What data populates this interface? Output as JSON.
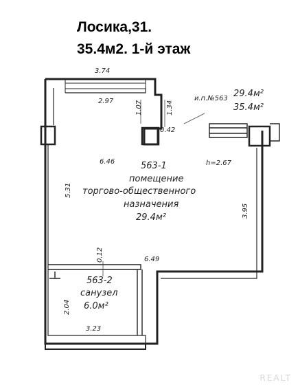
{
  "header": {
    "address": "Лосика,31.",
    "summary": "35.4м2. 1-й этаж"
  },
  "plan": {
    "dimensions": {
      "top_width": "3.74",
      "inner_top_width": "2.97",
      "column_depth": "1.07",
      "side_depth": "1.34",
      "column_width": "0.42",
      "main_width": "6.46",
      "left_height": "5.31",
      "right_height": "3.95",
      "step": "0.12",
      "partition_length": "6.49",
      "bath_height": "2.04",
      "bath_width": "3.23"
    },
    "inventory_note": {
      "number": "и.п.№563",
      "area_main": "29.4м²",
      "area_total": "35.4м²"
    },
    "ceiling_height": "h=2.67",
    "room_main": {
      "id": "563-1",
      "line1": "помещение",
      "line2": "торгово-общественного",
      "line3": "назначения",
      "area": "29.4м²"
    },
    "room_bath": {
      "id": "563-2",
      "name": "санузел",
      "area": "6.0м²"
    }
  },
  "watermark": "REALT",
  "colors": {
    "walls": "#222222",
    "text": "#222222",
    "background": "#ffffff"
  }
}
